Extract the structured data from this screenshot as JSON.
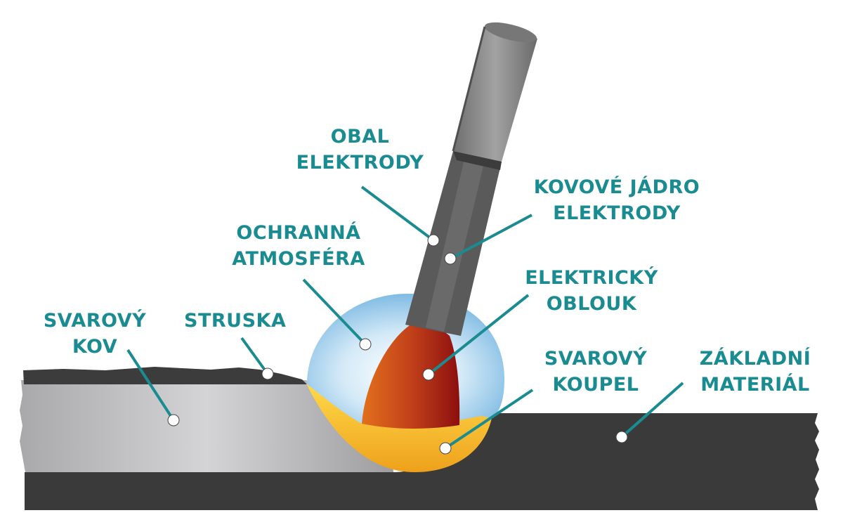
{
  "labels": {
    "obal": [
      "OBAL",
      "ELEKTRODY"
    ],
    "jadro": [
      "KOVOVÉ JÁDRO",
      "ELEKTRODY"
    ],
    "atmosfera": [
      "OCHRANNÁ",
      "ATMOSFÉRA"
    ],
    "oblouk": [
      "ELEKTRICKÝ",
      "OBLOUK"
    ],
    "svarovy_kov": [
      "SVAROVÝ",
      "KOV"
    ],
    "struska": [
      "STRUSKA"
    ],
    "koupel": [
      "SVAROVÝ",
      "KOUPEL"
    ],
    "material": [
      "ZÁKLADNÍ",
      "MATERIÁL"
    ]
  },
  "colors": {
    "label_text": "#1a8c91",
    "leader_line": "#1a8c91",
    "base_material": "#3a3a3a",
    "weld_metal": "#c2c2c4",
    "shielding_gas": "#8cc3e6",
    "weld_pool": "#f2b31f",
    "arc": "#c23c14",
    "electrode_coating": "#595959",
    "electrode_core": "#8a8a8a"
  }
}
